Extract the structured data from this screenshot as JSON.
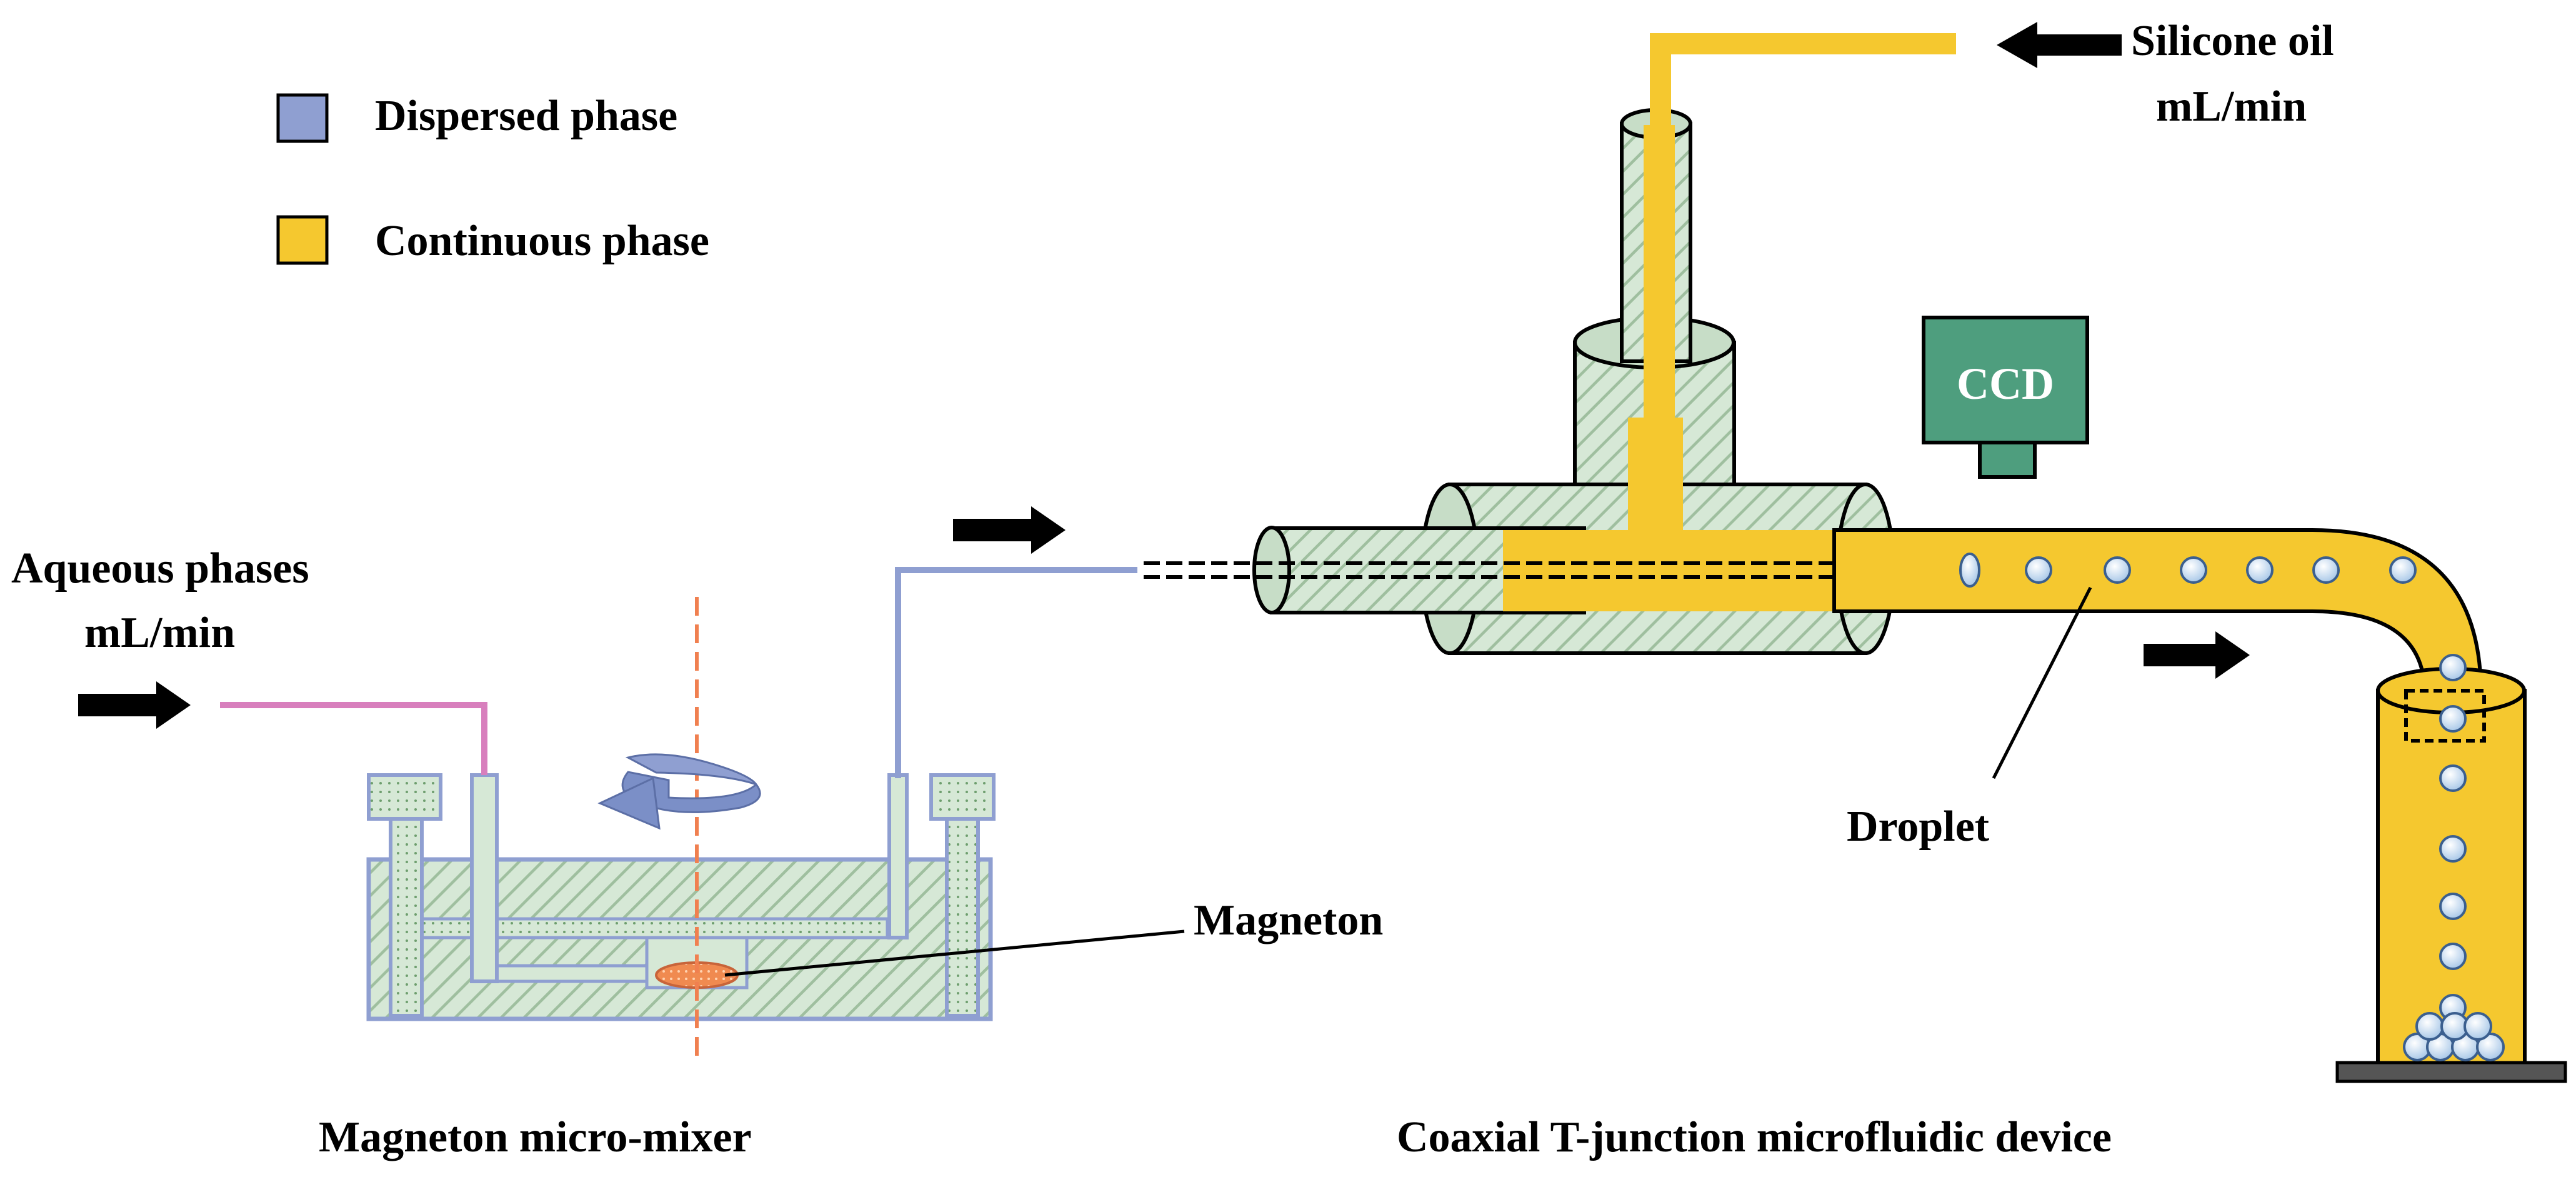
{
  "legend": {
    "dispersed_label": "Dispersed phase",
    "continuous_label": "Continuous phase"
  },
  "labels": {
    "aqueous_line1": "Aqueous phases",
    "aqueous_line2": "mL/min",
    "silicone_line1": "Silicone oil",
    "silicone_line2": "mL/min",
    "ccd": "CCD",
    "magneton": "Magneton",
    "droplet": "Droplet",
    "mixer_caption": "Magneton micro-mixer",
    "device_caption": "Coaxial T-junction microfluidic device"
  },
  "colors": {
    "dispersed": "#8f9fd1",
    "continuous": "#f5c82f",
    "body_fill": "#d6e8d6",
    "hatch": "#9fbf9f",
    "ccd": "#4e9e7e",
    "magneton": "#f08a50",
    "aqueous_inlet": "#d87fbd",
    "axis": "#f08050",
    "droplet": "#cfe4f5",
    "outline": "#000000"
  },
  "icons": [
    "arrow-right-icon",
    "arrow-left-icon",
    "rotation-arrow-icon"
  ]
}
